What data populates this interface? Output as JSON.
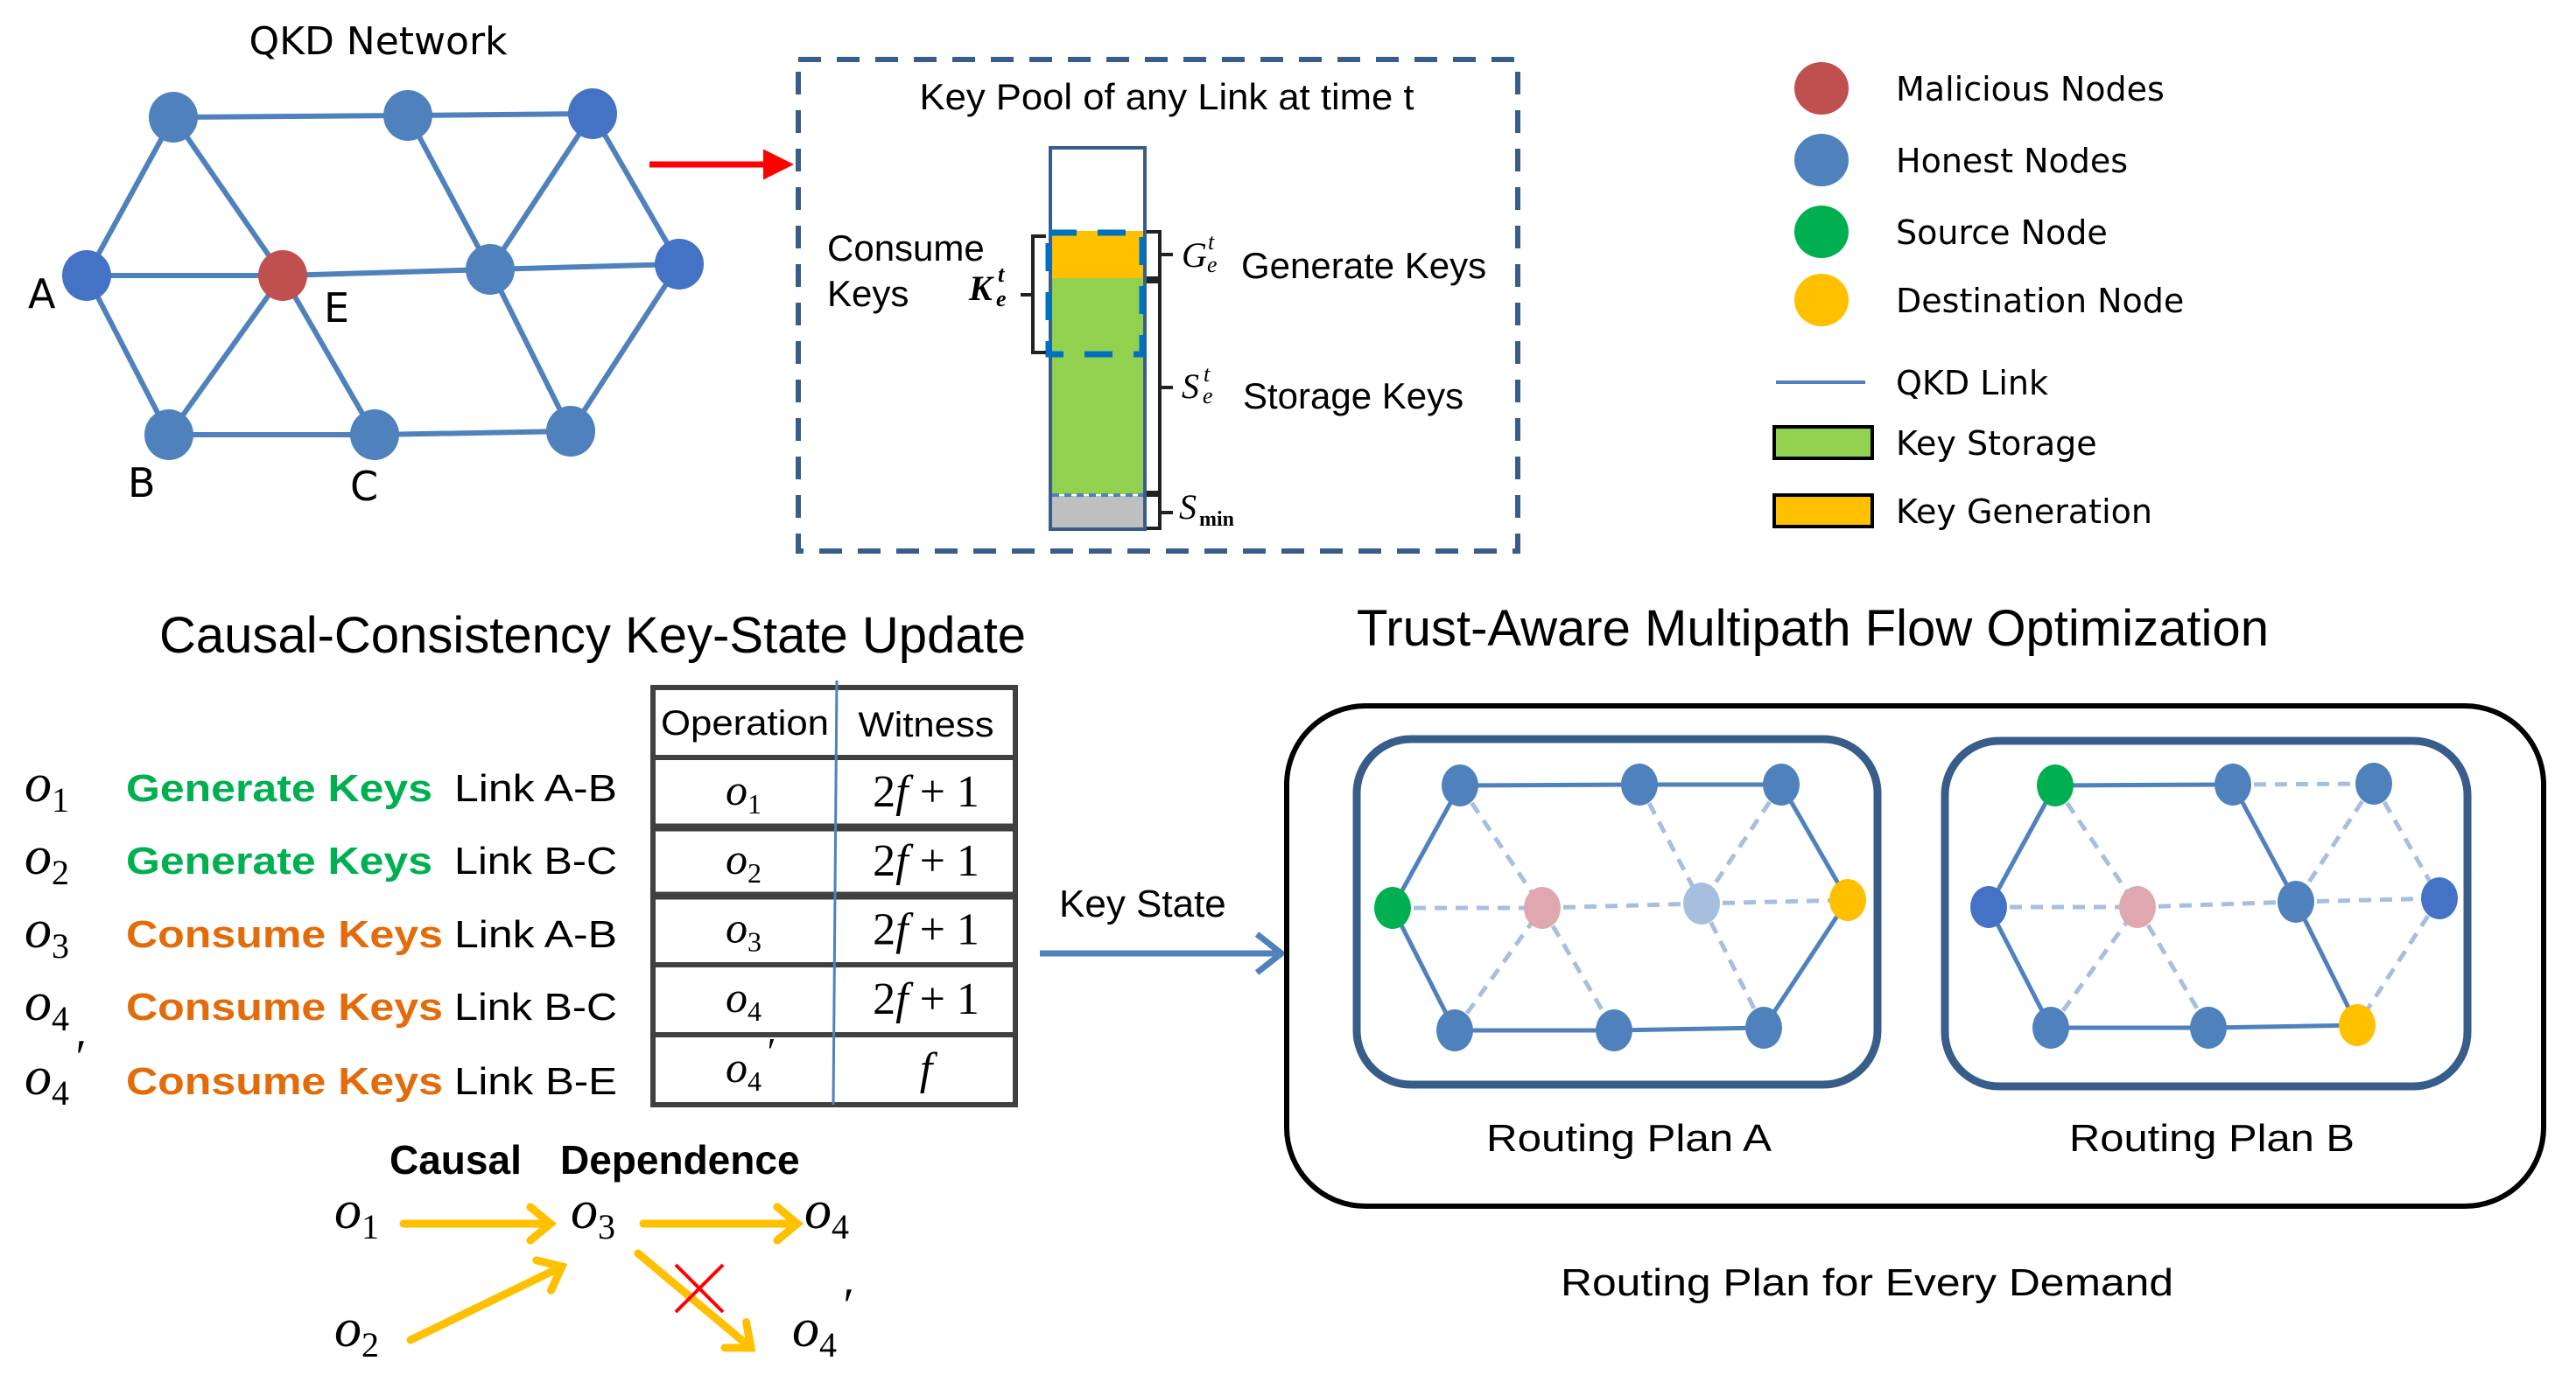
{
  "colors": {
    "honest": "#4F81BD",
    "honest_dark": "#4472C4",
    "malicious": "#C0504D",
    "source": "#00B050",
    "destination": "#FFC000",
    "link": "#4F81BD",
    "link_faded": "#A7BFDE",
    "malicious_faded": "#DFA8B0",
    "storage": "#92D050",
    "reserve": "#BFBFBF",
    "generate_text": "#00B050",
    "consume_text": "#E36C0A",
    "frame": "#385D8A",
    "dashed_box": "#1F497D",
    "red_arrow": "#FF0000",
    "causal_arrow": "#FFC000",
    "cross": "#FF0000",
    "key_state_arrow": "#4F81BD",
    "k_dashed": "#0070C0"
  },
  "qkd_network": {
    "title": "QKD Network",
    "node_labels": {
      "A": "A",
      "B": "B",
      "C": "C",
      "E": "E"
    },
    "nodes": [
      {
        "id": "top1",
        "type": "honest"
      },
      {
        "id": "top2",
        "type": "honest"
      },
      {
        "id": "top3",
        "type": "honest_dark"
      },
      {
        "id": "A",
        "type": "honest_dark"
      },
      {
        "id": "E",
        "type": "malicious"
      },
      {
        "id": "mid2",
        "type": "honest"
      },
      {
        "id": "right",
        "type": "honest_dark"
      },
      {
        "id": "B",
        "type": "honest"
      },
      {
        "id": "C",
        "type": "honest"
      },
      {
        "id": "bot3",
        "type": "honest"
      }
    ],
    "links": [
      [
        "top1",
        "top2"
      ],
      [
        "top2",
        "top3"
      ],
      [
        "top1",
        "A"
      ],
      [
        "top1",
        "E"
      ],
      [
        "A",
        "E"
      ],
      [
        "E",
        "mid2"
      ],
      [
        "mid2",
        "right"
      ],
      [
        "A",
        "B"
      ],
      [
        "B",
        "E"
      ],
      [
        "E",
        "C"
      ],
      [
        "B",
        "C"
      ],
      [
        "C",
        "bot3"
      ],
      [
        "top2",
        "mid2"
      ],
      [
        "top3",
        "mid2"
      ],
      [
        "top3",
        "right"
      ],
      [
        "mid2",
        "bot3"
      ],
      [
        "right",
        "bot3"
      ]
    ]
  },
  "key_pool": {
    "title": "Key Pool of any Link at time t",
    "consume_line1": "Consume",
    "consume_line2": "Keys",
    "k_symbol": "K",
    "g_symbol": "G",
    "s_symbol": "S",
    "sub_e": "e",
    "sup_t": "t",
    "smin_main": "S",
    "smin_sub": "min",
    "generate_label": "Generate Keys",
    "storage_label": "Storage Keys"
  },
  "legend": {
    "items": [
      {
        "label": "Malicious Nodes",
        "kind": "circle",
        "color_key": "malicious"
      },
      {
        "label": "Honest Nodes",
        "kind": "circle",
        "color_key": "honest"
      },
      {
        "label": "Source Node",
        "kind": "circle",
        "color_key": "source"
      },
      {
        "label": "Destination Node",
        "kind": "circle",
        "color_key": "destination"
      },
      {
        "label": "QKD Link",
        "kind": "line",
        "color_key": "link"
      },
      {
        "label": "Key Storage",
        "kind": "rect",
        "color_key": "storage"
      },
      {
        "label": "Key Generation",
        "kind": "rect",
        "color_key": "destination"
      }
    ]
  },
  "causal": {
    "title": "Causal-Consistency Key-State Update",
    "operations": [
      {
        "op": "o",
        "sub": "1",
        "prime": "",
        "action": "Generate Keys",
        "kind": "generate",
        "link": "Link A-B"
      },
      {
        "op": "o",
        "sub": "2",
        "prime": "",
        "action": "Generate Keys",
        "kind": "generate",
        "link": "Link B-C"
      },
      {
        "op": "o",
        "sub": "3",
        "prime": "",
        "action": "Consume Keys",
        "kind": "consume",
        "link": "Link A-B"
      },
      {
        "op": "o",
        "sub": "4",
        "prime": "",
        "action": "Consume Keys",
        "kind": "consume",
        "link": "Link B-C"
      },
      {
        "op": "o",
        "sub": "4",
        "prime": "′",
        "action": "Consume Keys",
        "kind": "consume",
        "link": "Link B-E"
      }
    ],
    "table": {
      "headers": [
        "Operation",
        "Witness"
      ],
      "rows": [
        {
          "op_sub": "1",
          "prime": "",
          "witness": "2f+1"
        },
        {
          "op_sub": "2",
          "prime": "",
          "witness": "2f+1"
        },
        {
          "op_sub": "3",
          "prime": "",
          "witness": "2f+1"
        },
        {
          "op_sub": "4",
          "prime": "",
          "witness": "2f+1"
        },
        {
          "op_sub": "4",
          "prime": "′",
          "witness": "f"
        }
      ]
    },
    "dependence_title_1": "Causal",
    "dependence_title_2": "Dependence",
    "dependence_nodes": [
      {
        "id": "o1",
        "sub": "1",
        "prime": ""
      },
      {
        "id": "o2",
        "sub": "2",
        "prime": ""
      },
      {
        "id": "o3",
        "sub": "3",
        "prime": ""
      },
      {
        "id": "o4",
        "sub": "4",
        "prime": ""
      },
      {
        "id": "o4p",
        "sub": "4",
        "prime": "′"
      }
    ],
    "dependence_edges": [
      {
        "from": "o1",
        "to": "o3",
        "blocked": false
      },
      {
        "from": "o2",
        "to": "o3",
        "blocked": false
      },
      {
        "from": "o3",
        "to": "o4",
        "blocked": false
      },
      {
        "from": "o3",
        "to": "o4p",
        "blocked": true
      }
    ]
  },
  "key_state_label": "Key State",
  "optimization": {
    "title": "Trust-Aware Multipath Flow Optimization",
    "caption": "Routing Plan for Every Demand",
    "plans": [
      {
        "label": "Routing Plan A",
        "node_types": {
          "top1": "honest",
          "top2": "honest",
          "top3": "honest",
          "A": "source",
          "E": "malicious_faded",
          "mid2": "faded",
          "right": "destination",
          "B": "honest",
          "C": "honest",
          "bot3": "honest"
        },
        "active_links": [
          [
            "top1",
            "top2"
          ],
          [
            "top2",
            "top3"
          ],
          [
            "top1",
            "A"
          ],
          [
            "top3",
            "right"
          ],
          [
            "A",
            "B"
          ],
          [
            "right",
            "bot3"
          ],
          [
            "B",
            "C"
          ],
          [
            "C",
            "bot3"
          ]
        ]
      },
      {
        "label": "Routing Plan B",
        "node_types": {
          "top1": "source",
          "top2": "honest",
          "top3": "honest",
          "A": "honest_dark",
          "E": "malicious_faded",
          "mid2": "honest",
          "right": "honest_dark",
          "B": "honest",
          "C": "honest",
          "bot3": "destination"
        },
        "active_links": [
          [
            "top1",
            "top2"
          ],
          [
            "top1",
            "A"
          ],
          [
            "A",
            "B"
          ],
          [
            "B",
            "C"
          ],
          [
            "C",
            "bot3"
          ],
          [
            "top2",
            "mid2"
          ],
          [
            "mid2",
            "bot3"
          ]
        ]
      }
    ]
  }
}
